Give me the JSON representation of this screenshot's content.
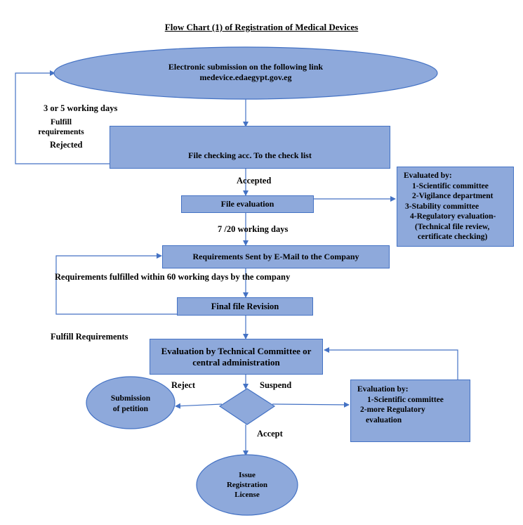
{
  "title": "Flow Chart (1) of Registration of Medical Devices",
  "submission": {
    "line1": "Electronic submission on the following link",
    "line2": "medevice.edaegypt.gov.eg"
  },
  "labels": {
    "days_3_5": "3 or 5 working days",
    "fulfill_requirements_line1": "Fulfill",
    "fulfill_requirements_line2": "requirements",
    "rejected": "Rejected",
    "accepted": "Accepted",
    "days_7_20": "7 /20 working days",
    "requirements_fulfilled": "Requirements fulfilled within 60 working days by the company",
    "fulfill_requirements_2": "Fulfill Requirements",
    "reject": "Reject",
    "suspend": "Suspend",
    "accept": "Accept"
  },
  "boxes": {
    "file_checking": "File checking acc. To the check list",
    "file_evaluation": "File evaluation",
    "requirements_sent": "Requirements Sent by E-Mail to the Company",
    "final_revision": "Final file Revision",
    "evaluation_committee_line1": "Evaluation by Technical Committee or",
    "evaluation_committee_line2": "central administration"
  },
  "evaluated_by": {
    "heading": "Evaluated by:",
    "items": [
      "1-Scientific committee",
      "2-Vigilance department",
      "3-Stability committee",
      "4-Regulatory evaluation-",
      "(Technical file review,",
      "certificate checking)"
    ]
  },
  "evaluation_by": {
    "heading": "Evaluation by:",
    "items": [
      "1-Scientific committee",
      "2-more Regulatory",
      "evaluation"
    ]
  },
  "petition": {
    "line1": "Submission",
    "line2": "of petition"
  },
  "license": {
    "line1": "Issue",
    "line2": "Registration",
    "line3": "License"
  },
  "colors": {
    "fill": "#8ea9db",
    "stroke": "#4472c4",
    "arrow": "#4472c4"
  }
}
